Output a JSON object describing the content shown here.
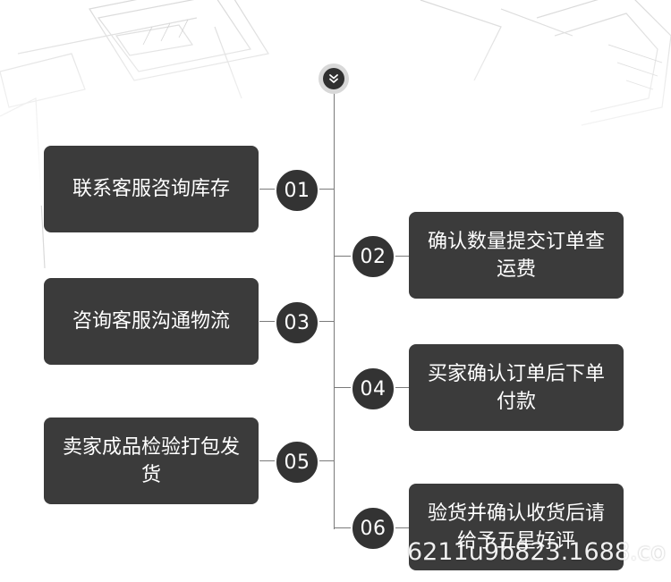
{
  "steps": [
    {
      "num": "01",
      "text": "联系客服咨询库存"
    },
    {
      "num": "02",
      "text": "确认数量提交订单查运费"
    },
    {
      "num": "03",
      "text": "咨询客服沟通物流"
    },
    {
      "num": "04",
      "text": "买家确认订单后下单付款"
    },
    {
      "num": "05",
      "text": "卖家成品检验打包发货"
    },
    {
      "num": "06",
      "text": "验货并确认收货后请给予五星好评"
    }
  ],
  "watermark": "6211u9b823.1688.co",
  "colors": {
    "box": "#3b3b3b",
    "circle": "#333333",
    "line": "#7a7a7a",
    "text": "#ffffff"
  },
  "icons": {
    "top_badge": "double-chevron-down-icon"
  }
}
